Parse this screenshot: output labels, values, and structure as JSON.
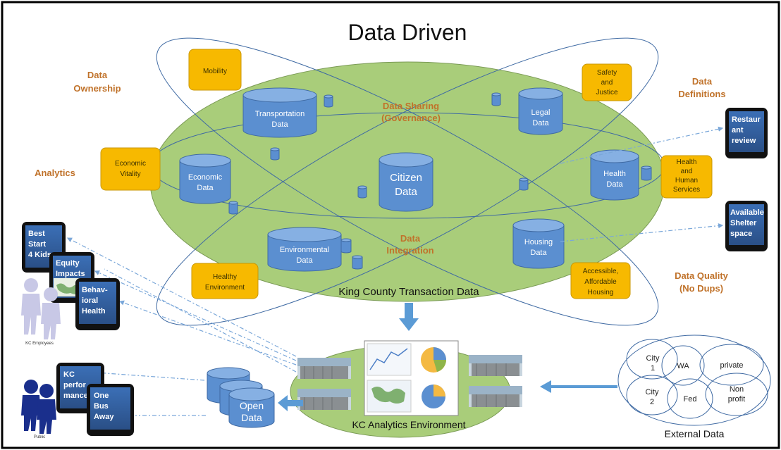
{
  "title": "Data Driven",
  "center_cylinder": [
    "Citizen",
    "Data"
  ],
  "cylinders": [
    {
      "id": "transportation",
      "lines": [
        "Transportation",
        "Data"
      ]
    },
    {
      "id": "legal",
      "lines": [
        "Legal",
        "Data"
      ]
    },
    {
      "id": "economic",
      "lines": [
        "Economic",
        "Data"
      ]
    },
    {
      "id": "health",
      "lines": [
        "Health",
        "Data"
      ]
    },
    {
      "id": "environmental",
      "lines": [
        "Environmental",
        "Data"
      ]
    },
    {
      "id": "housing",
      "lines": [
        "Housing",
        "Data"
      ]
    }
  ],
  "boxes": [
    {
      "id": "mobility",
      "lines": [
        "Mobility"
      ]
    },
    {
      "id": "safety",
      "lines": [
        "Safety",
        "and",
        "Justice"
      ]
    },
    {
      "id": "economic-vitality",
      "lines": [
        "Economic",
        "Vitality"
      ]
    },
    {
      "id": "health-human",
      "lines": [
        "Health",
        "and",
        "Human",
        "Services"
      ]
    },
    {
      "id": "healthy-env",
      "lines": [
        "Healthy",
        "Environment"
      ]
    },
    {
      "id": "housing-afford",
      "lines": [
        "Accessible,",
        "Affordable",
        "Housing"
      ]
    }
  ],
  "center_labels": {
    "sharing": [
      "Data Sharing",
      "(Governance)"
    ],
    "integration": [
      "Data",
      "Integration"
    ]
  },
  "side_labels": {
    "ownership": [
      "Data",
      "Ownership"
    ],
    "definitions": [
      "Data",
      "Definitions"
    ],
    "analytics": [
      "Analytics"
    ],
    "quality": [
      "Data Quality",
      "(No Dups)"
    ]
  },
  "ellipse_caption": "King County Transaction Data",
  "analytics_env_caption": "KC Analytics Environment",
  "open_data": [
    "Open",
    "Data"
  ],
  "external_caption": "External Data",
  "external_circles": [
    {
      "id": "city1",
      "lines": [
        "City",
        "1"
      ]
    },
    {
      "id": "wa",
      "lines": [
        "WA"
      ]
    },
    {
      "id": "private",
      "lines": [
        "private"
      ]
    },
    {
      "id": "city2",
      "lines": [
        "City",
        "2"
      ]
    },
    {
      "id": "fed",
      "lines": [
        "Fed"
      ]
    },
    {
      "id": "nonprofit",
      "lines": [
        "Non",
        "profit"
      ]
    }
  ],
  "phones": [
    {
      "id": "restaurant",
      "lines": [
        "Restaur",
        "ant",
        "review"
      ]
    },
    {
      "id": "shelter",
      "lines": [
        "Available",
        "Shelter",
        "space"
      ]
    },
    {
      "id": "best-start",
      "lines": [
        "Best",
        "Start",
        "4 Kids"
      ]
    },
    {
      "id": "equity",
      "lines": [
        "Equity",
        "Impacts"
      ]
    },
    {
      "id": "behavioral",
      "lines": [
        "Behav-",
        "ioral",
        "Health"
      ]
    },
    {
      "id": "kc-perf",
      "lines": [
        "KC",
        "perfor",
        "mance"
      ]
    },
    {
      "id": "one-bus",
      "lines": [
        "One",
        "Bus",
        "Away"
      ]
    }
  ],
  "people_labels": {
    "employees": "KC Employees",
    "public": "Public"
  },
  "colors": {
    "ellipse": "#a9cd7a",
    "ellipse_stroke": "#7a9a55",
    "cylinder": "#5b8fd0",
    "cylinder_top": "#86b0e3",
    "box": "#f7b900",
    "side_label": "#c0722a",
    "arrow": "#5b9bd5"
  }
}
